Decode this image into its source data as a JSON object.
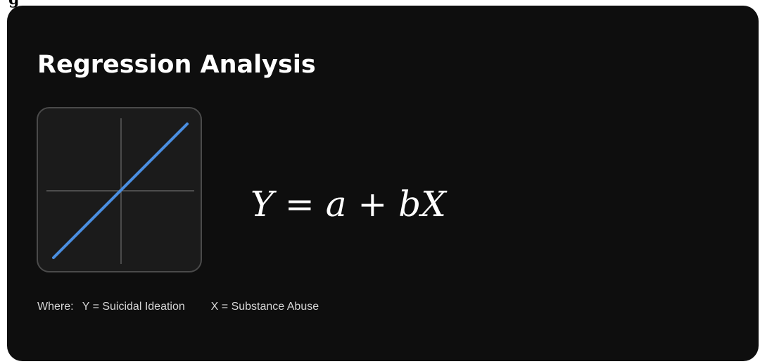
{
  "header_fragment": "g",
  "card": {
    "title": "Regression Analysis",
    "equation": "Y = a + bX",
    "where": {
      "label": "Where:",
      "y_def": "Y = Suicidal Ideation",
      "x_def": "X = Substance Abuse"
    }
  },
  "colors": {
    "card_bg": "#0e0e0e",
    "graph_bg": "#1b1b1b",
    "axis": "#6b6b6b",
    "regression_line": "#4a8ee0"
  },
  "icons": {
    "graph": "regression-line-graph-icon"
  }
}
